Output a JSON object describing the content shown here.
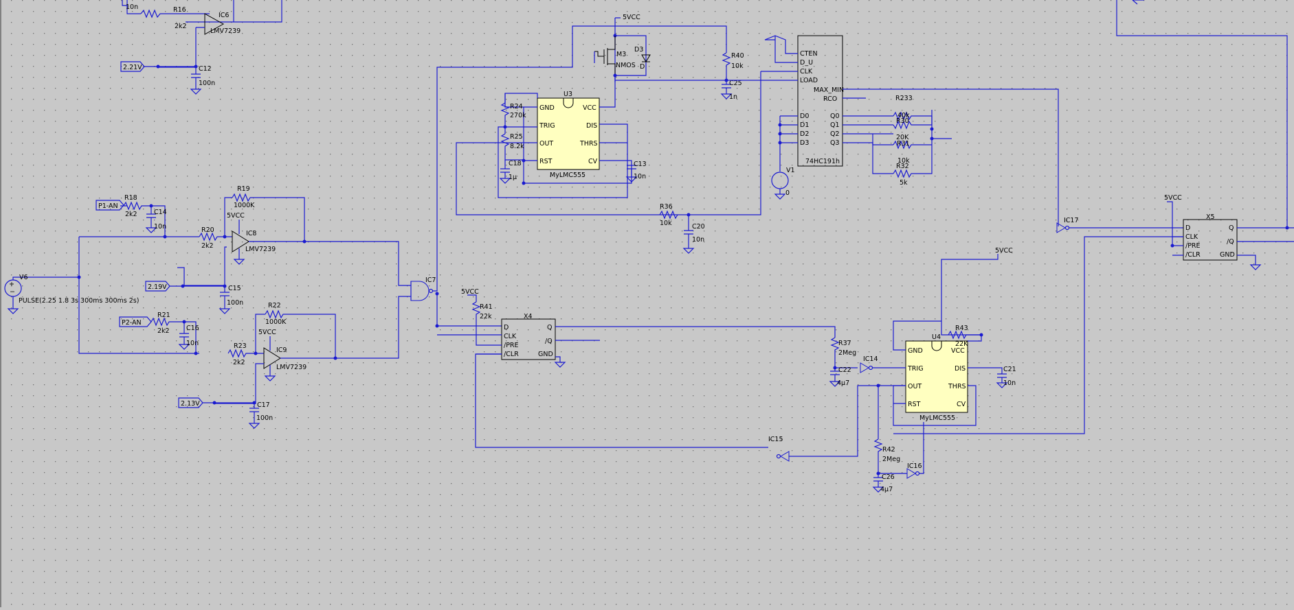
{
  "schematic": {
    "opamps": {
      "ic6": {
        "ref": "IC6",
        "model": "LMV7239"
      },
      "ic8": {
        "ref": "IC8",
        "model": "LMV7239",
        "supply": "5VCC"
      },
      "ic9": {
        "ref": "IC9",
        "model": "LMV7239",
        "supply": "5VCC"
      }
    },
    "resistors": {
      "r16": {
        "ref": "R16",
        "value": "2k2"
      },
      "r18": {
        "ref": "R18",
        "value": "2k2"
      },
      "r19": {
        "ref": "R19",
        "value": "1000K"
      },
      "r20": {
        "ref": "R20",
        "value": "2k2"
      },
      "r21": {
        "ref": "R21",
        "value": "2k2"
      },
      "r22": {
        "ref": "R22",
        "value": "1000K"
      },
      "r23": {
        "ref": "R23",
        "value": "2k2"
      },
      "r24": {
        "ref": "R24",
        "value": "270k"
      },
      "r25": {
        "ref": "R25",
        "value": "8.2k"
      },
      "r36": {
        "ref": "R36",
        "value": "10k"
      },
      "r37": {
        "ref": "R37",
        "value": "2Meg"
      },
      "r40": {
        "ref": "R40",
        "value": "10k"
      },
      "r41": {
        "ref": "R41",
        "value": "22k"
      },
      "r42": {
        "ref": "R42",
        "value": "2Meg"
      },
      "r43": {
        "ref": "R43",
        "value": "22K"
      },
      "r233": {
        "ref": "R233",
        "value": "40k"
      },
      "r30": {
        "ref": "R30",
        "value": "20K"
      },
      "r31": {
        "ref": "R31",
        "value": "10k"
      },
      "r32": {
        "ref": "R32",
        "value": "5k"
      }
    },
    "capacitors": {
      "c_top": {
        "ref": "",
        "value": "10n"
      },
      "c12": {
        "ref": "C12",
        "value": "100n"
      },
      "c14": {
        "ref": "C14",
        "value": "10n"
      },
      "c15": {
        "ref": "C15",
        "value": "100n"
      },
      "c16": {
        "ref": "C16",
        "value": "10n"
      },
      "c17": {
        "ref": "C17",
        "value": "100n"
      },
      "c18": {
        "ref": "C18",
        "value": "1µ"
      },
      "c13": {
        "ref": "C13",
        "value": "10n"
      },
      "c20": {
        "ref": "C20",
        "value": "10n"
      },
      "c21": {
        "ref": "C21",
        "value": "10n"
      },
      "c22": {
        "ref": "C22",
        "value": "4µ7"
      },
      "c25": {
        "ref": "C25",
        "value": "1n"
      },
      "c26": {
        "ref": "C26",
        "value": "4µ7"
      }
    },
    "flags": {
      "v221": "2.21V",
      "v219": "2.19V",
      "v213": "2.13V",
      "p1": "P1-AN",
      "p2": "P2-AN",
      "vcc": "5VCC"
    },
    "sources": {
      "v6": {
        "ref": "V6",
        "spec": "PULSE(2.25 1.8 3s 300ms 300ms 2s)"
      },
      "v1": {
        "ref": "V1",
        "value": "0"
      }
    },
    "ic555_u3": {
      "ref": "U3",
      "model": "MyLMC555",
      "pins": [
        "GND",
        "TRIG",
        "OUT",
        "RST",
        "VCC",
        "DIS",
        "THRS",
        "CV"
      ]
    },
    "ic555_u4": {
      "ref": "U4",
      "model": "MyLMC555",
      "pins": [
        "GND",
        "TRIG",
        "OUT",
        "RST",
        "VCC",
        "DIS",
        "THRS",
        "CV"
      ]
    },
    "mosfet": {
      "ref": "M3",
      "model": "NMOS"
    },
    "diode": {
      "ref": "D3",
      "model": "D"
    },
    "counter": {
      "ref": "74HC191h",
      "left_pins": [
        "CTEN",
        "D_U",
        "CLK",
        "LOAD",
        "D0",
        "D1",
        "D2",
        "D3"
      ],
      "right_pins": [
        "MAX_MIN",
        "RCO",
        "Q0",
        "Q1",
        "Q2",
        "Q3"
      ]
    },
    "ff_x4": {
      "ref": "X4",
      "left_pins": [
        "D",
        "CLK",
        "/PRE",
        "/CLR"
      ],
      "right_pins": [
        "Q",
        "/Q",
        "GND"
      ]
    },
    "ff_x5": {
      "ref": "X5",
      "left_pins": [
        "D",
        "CLK",
        "/PRE",
        "/CLR"
      ],
      "right_pins": [
        "Q",
        "/Q",
        "GND"
      ]
    },
    "gates": {
      "ic7": {
        "ref": "IC7"
      },
      "ic14": {
        "ref": "IC14"
      },
      "ic15": {
        "ref": "IC15"
      },
      "ic16": {
        "ref": "IC16"
      },
      "ic17": {
        "ref": "IC17"
      }
    },
    "colors": {
      "wire": "#1a1ad0",
      "background": "#c8c8c8",
      "chip": "#ffffc0"
    }
  }
}
